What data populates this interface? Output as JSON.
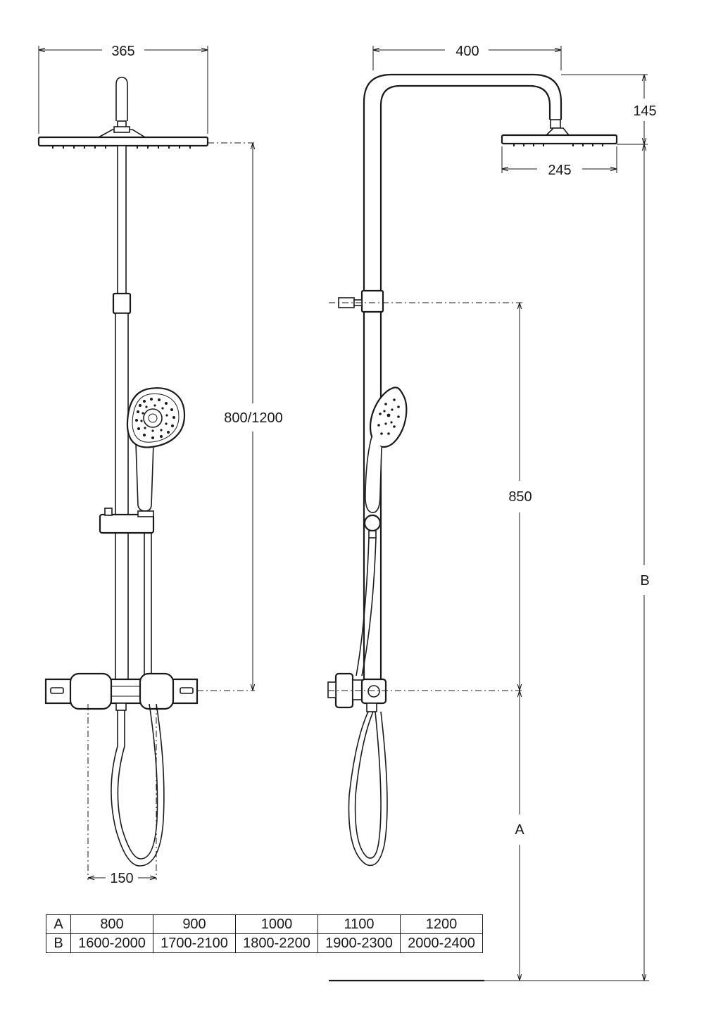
{
  "dimensions": {
    "front_head_width": "365",
    "front_bar_height": "800/1200",
    "front_hose_spacing": "150",
    "side_arm_reach": "400",
    "side_head_drop": "145",
    "side_head_width": "245",
    "side_bracket_height": "850",
    "side_label_a": "A",
    "side_label_b": "B"
  },
  "size_table": {
    "row_a": {
      "label": "A",
      "values": [
        "800",
        "900",
        "1000",
        "1100",
        "1200"
      ]
    },
    "row_b": {
      "label": "B",
      "values": [
        "1600-2000",
        "1700-2100",
        "1800-2200",
        "1900-2300",
        "2000-2400"
      ]
    }
  }
}
